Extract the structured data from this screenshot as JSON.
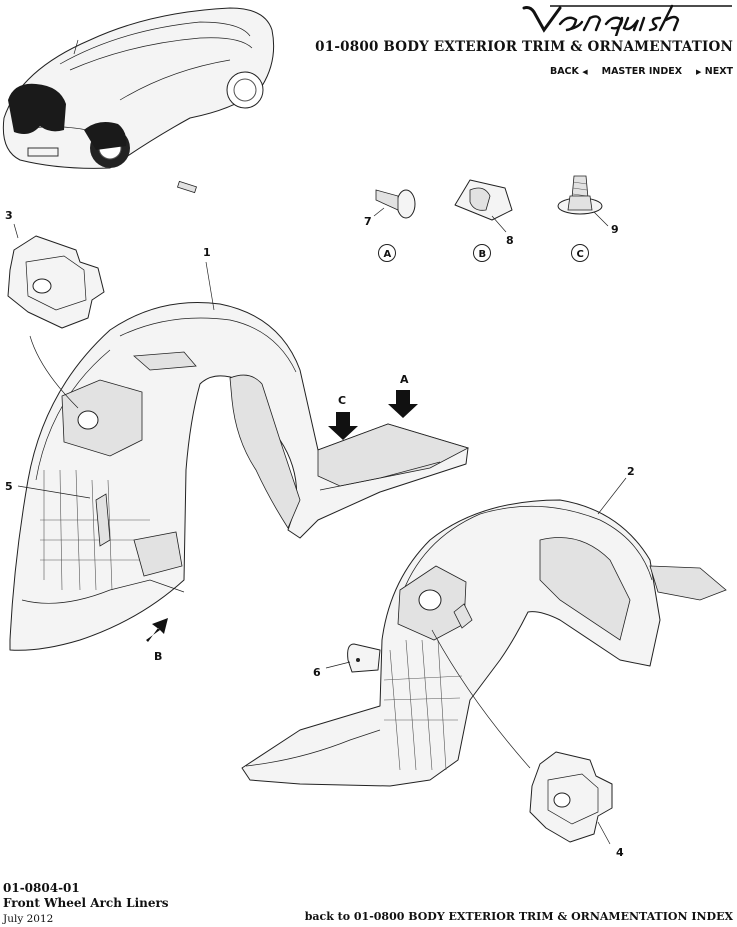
{
  "brand": {
    "logo_text": "Vanquish"
  },
  "header": {
    "section_title": "01-0800 BODY EXTERIOR TRIM & ORNAMENTATION",
    "nav": {
      "back": "BACK",
      "index": "MASTER INDEX",
      "next": "NEXT"
    }
  },
  "diagram": {
    "callouts": [
      "1",
      "2",
      "3",
      "4",
      "5",
      "6",
      "7",
      "8",
      "9"
    ],
    "fastener_keys": [
      "A",
      "B",
      "C"
    ]
  },
  "footer": {
    "code": "01-0804-01",
    "name": "Front Wheel Arch Liners",
    "date": "July 2012",
    "back_link": "back to 01-0800 BODY EXTERIOR TRIM & ORNAMENTATION INDEX"
  }
}
